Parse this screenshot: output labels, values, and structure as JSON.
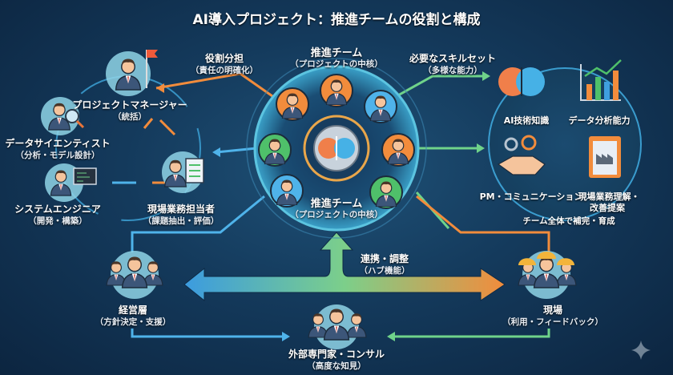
{
  "title": "AI導入プロジェクト：推進チームの役割と構成",
  "core": {
    "label": "推進チーム",
    "sub": "（プロジェクトの中核）"
  },
  "core_inner": {
    "label": "推進チーム",
    "sub": "（プロジェクトの中核）"
  },
  "roles_heading": {
    "label": "役割分担",
    "sub": "（責任の明確化）"
  },
  "roles": [
    {
      "label": "プロジェクトマネージャー",
      "sub": "（統括）"
    },
    {
      "label": "データサイエンティスト",
      "sub": "（分析・モデル設計）"
    },
    {
      "label": "システムエンジニア",
      "sub": "（開発・構築）"
    },
    {
      "label": "現場業務担当者",
      "sub": "（課題抽出・評価）"
    }
  ],
  "skills_heading": {
    "label": "必要なスキルセット",
    "sub": "（多様な能力）"
  },
  "skills": [
    {
      "label": "AI技術知識",
      "icon": "brain-icon"
    },
    {
      "label": "データ分析能力",
      "icon": "bar-chart-icon"
    },
    {
      "label": "PM・コミュニケーション",
      "icon": "handshake-icon"
    },
    {
      "label": "現場業務理解・",
      "label2": "改善提案",
      "icon": "clipboard-factory-icon"
    }
  ],
  "skills_footer": "チーム全体で補完・育成",
  "hub": {
    "label": "連携・調整",
    "sub": "（ハブ機能）"
  },
  "stakeholders": [
    {
      "label": "経営層",
      "sub": "（方針決定・支援）"
    },
    {
      "label": "現場",
      "sub": "（利用・フィードバック）"
    },
    {
      "label": "外部専門家・コンサル",
      "sub": "（高度な知見）"
    }
  ],
  "colors": {
    "blue": "#4fb3ea",
    "green": "#6fd38a",
    "orange": "#f28c3c",
    "background": "#143a5c"
  }
}
